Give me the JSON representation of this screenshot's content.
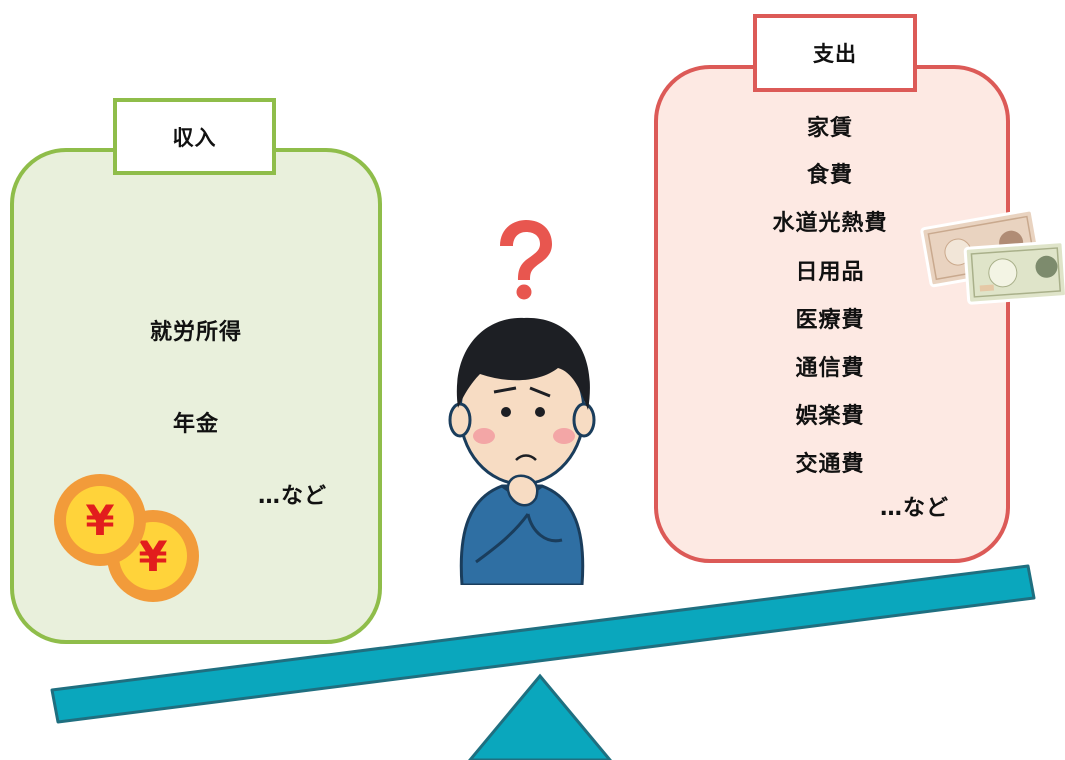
{
  "income": {
    "title": "収入",
    "items": [
      "就労所得",
      "年金"
    ],
    "etc": "…など"
  },
  "expense": {
    "title": "支出",
    "items": [
      "家賃",
      "食費",
      "水道光熱費",
      "日用品",
      "医療費",
      "通信費",
      "娯楽費",
      "交通費"
    ],
    "etc": "…など"
  },
  "colors": {
    "income_border": "#8fbd4a",
    "income_fill": "#e9f0dc",
    "expense_border": "#dc5a57",
    "expense_fill": "#fde9e3",
    "seesaw": "#0aa7bd",
    "question_mark": "#e8564f"
  },
  "icons": [
    "yen-coin-icon",
    "banknote-icon",
    "question-mark-icon",
    "thinking-man-illustration",
    "seesaw-illustration"
  ]
}
